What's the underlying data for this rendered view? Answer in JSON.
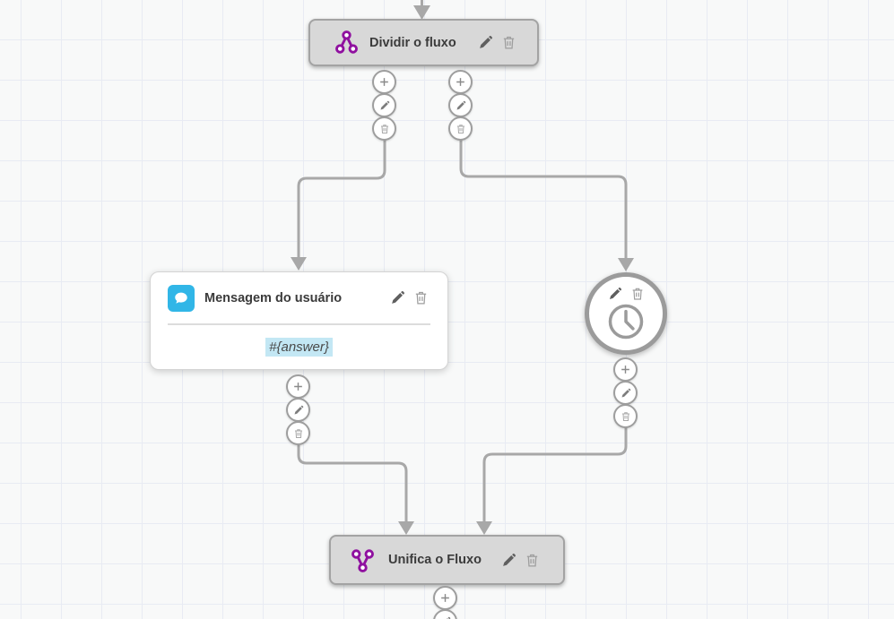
{
  "canvas": {
    "background_color": "#f8f9f9",
    "grid_line_color": "#e8ebf3"
  },
  "palette": {
    "node_gray_fill": "#d8d8d8",
    "node_gray_border": "#a3a3a3",
    "connector_gray": "#a8a8a8",
    "flow_purple": "#8f109f",
    "message_blue": "#31b6e7",
    "variable_highlight": "#c3e7f4"
  },
  "nodes": {
    "split": {
      "title": "Dividir o fluxo",
      "icon": "split-flow-icon"
    },
    "user_message": {
      "title": "Mensagem do usuário",
      "icon": "chat-bubble-icon",
      "variable": "#{answer}"
    },
    "wait": {
      "icon": "clock-icon"
    },
    "merge": {
      "title": "Unifica o Fluxo",
      "icon": "merge-flow-icon"
    }
  },
  "icons": {
    "add": "plus-icon",
    "edit": "pencil-icon",
    "delete": "trash-icon"
  }
}
